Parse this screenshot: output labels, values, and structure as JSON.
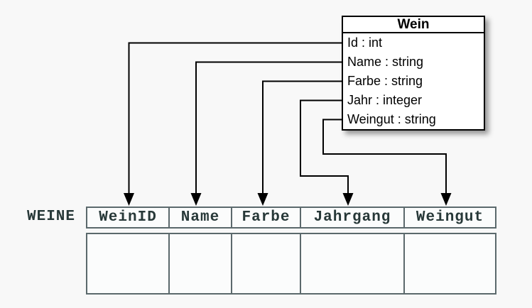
{
  "background": "#f8f8f8",
  "class_box": {
    "title": "Wein",
    "attributes": [
      "Id : int",
      "Name : string",
      "Farbe : string",
      "Jahr : integer",
      "Weingut : string"
    ]
  },
  "relation_table": {
    "label": "WEINE",
    "columns": [
      "WeinID",
      "Name",
      "Farbe",
      "Jahrgang",
      "Weingut"
    ]
  },
  "mappings": [
    {
      "from": "Id",
      "to": "WeinID"
    },
    {
      "from": "Name",
      "to": "Name"
    },
    {
      "from": "Farbe",
      "to": "Farbe"
    },
    {
      "from": "Jahr",
      "to": "Jahrgang"
    },
    {
      "from": "Weingut",
      "to": "Weingut"
    }
  ],
  "colors": {
    "line": "#000000",
    "box_border": "#000000",
    "box_background": "#ffffff",
    "table_border": "#5b696c",
    "table_background": "#fbfcfc",
    "table_text": "#273838",
    "page_background": "#f8f8f8"
  }
}
